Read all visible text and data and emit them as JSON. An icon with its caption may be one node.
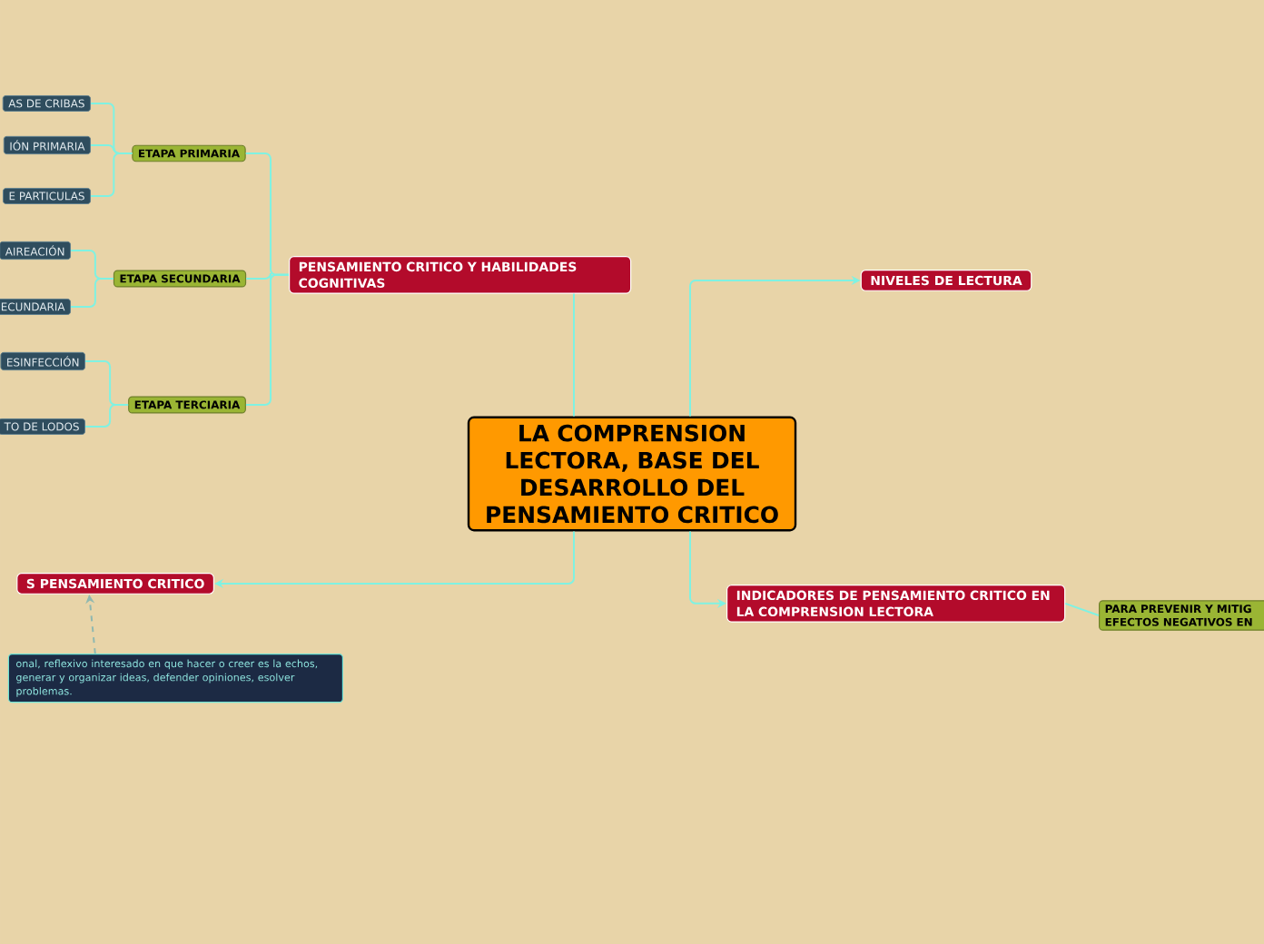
{
  "diagram": {
    "nodes": [
      {
        "text": [
          "LA COMPRENSION LECTORA, BASE DEL DESARROLLO DEL PENSAMIENTO CRITICO"
        ]
      },
      {
        "text": [
          "PENSAMIENTO CRITICO Y HABILIDADES COGNITIVAS"
        ]
      },
      {
        "text": [
          "ETAPA PRIMARIA"
        ]
      },
      {
        "text": [
          "AS DE CRIBAS"
        ]
      },
      {
        "text": [
          "IÓN PRIMARIA"
        ]
      },
      {
        "text": [
          "E PARTICULAS"
        ]
      },
      {
        "text": [
          "ETAPA SECUNDARIA"
        ]
      },
      {
        "text": [
          "AIREACIÓN"
        ]
      },
      {
        "text": [
          "ECUNDARIA"
        ]
      },
      {
        "text": [
          "ETAPA TERCIARIA"
        ]
      },
      {
        "text": [
          "ESINFECCIÓN"
        ]
      },
      {
        "text": [
          "TO DE LODOS"
        ]
      },
      {
        "text": [
          "NIVELES DE LECTURA"
        ]
      },
      {
        "text": [
          "S PENSAMIENTO CRITICO"
        ]
      },
      {
        "text": [
          "onal, reflexivo interesado en que hacer o creer es la echos, generar y organizar ideas, defender opiniones, esolver problemas."
        ]
      },
      {
        "text": [
          "INDICADORES DE PENSAMIENTO CRITICO EN LA COMPRENSION LECTORA"
        ]
      },
      {
        "text": [
          "PARA PREVENIR Y MITIG EFECTOS NEGATIVOS EN"
        ]
      }
    ],
    "edges": [
      {
        "from": 0,
        "to": 1,
        "arrow": "none"
      },
      {
        "from": 1,
        "to": 2,
        "arrow": "none"
      },
      {
        "from": 1,
        "to": 6,
        "arrow": "none"
      },
      {
        "from": 1,
        "to": 9,
        "arrow": "none"
      },
      {
        "from": 2,
        "to": 3,
        "arrow": "none"
      },
      {
        "from": 2,
        "to": 4,
        "arrow": "none"
      },
      {
        "from": 2,
        "to": 5,
        "arrow": "none"
      },
      {
        "from": 6,
        "to": 7,
        "arrow": "none"
      },
      {
        "from": 6,
        "to": 8,
        "arrow": "none"
      },
      {
        "from": 9,
        "to": 10,
        "arrow": "none"
      },
      {
        "from": 9,
        "to": 11,
        "arrow": "none"
      },
      {
        "from": 0,
        "to": 12,
        "arrow": "to"
      },
      {
        "from": 0,
        "to": 13,
        "arrow": "to"
      },
      {
        "from": 0,
        "to": 15,
        "arrow": "to"
      },
      {
        "from": 15,
        "to": 16,
        "arrow": "none"
      },
      {
        "from": 14,
        "to": 13,
        "arrow": "to",
        "style": "dashed",
        "color": "#8fb8b0"
      }
    ]
  }
}
